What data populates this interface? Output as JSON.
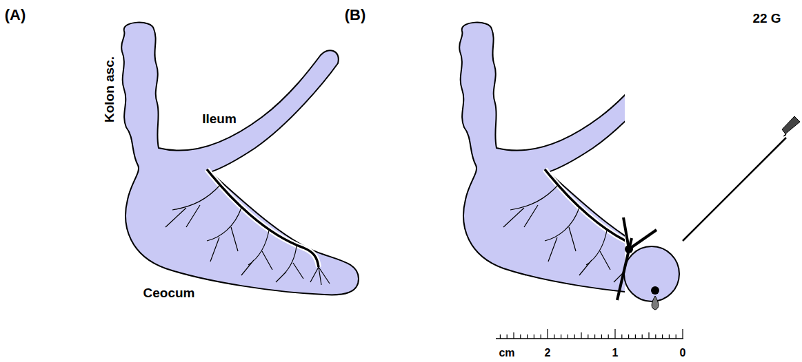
{
  "diagram": {
    "labels": [
      "(A)",
      "(B)",
      "Kolon asc.",
      "Ileum",
      "Ceocum",
      "22 G",
      "cm",
      "2",
      "1",
      "0"
    ]
  }
}
